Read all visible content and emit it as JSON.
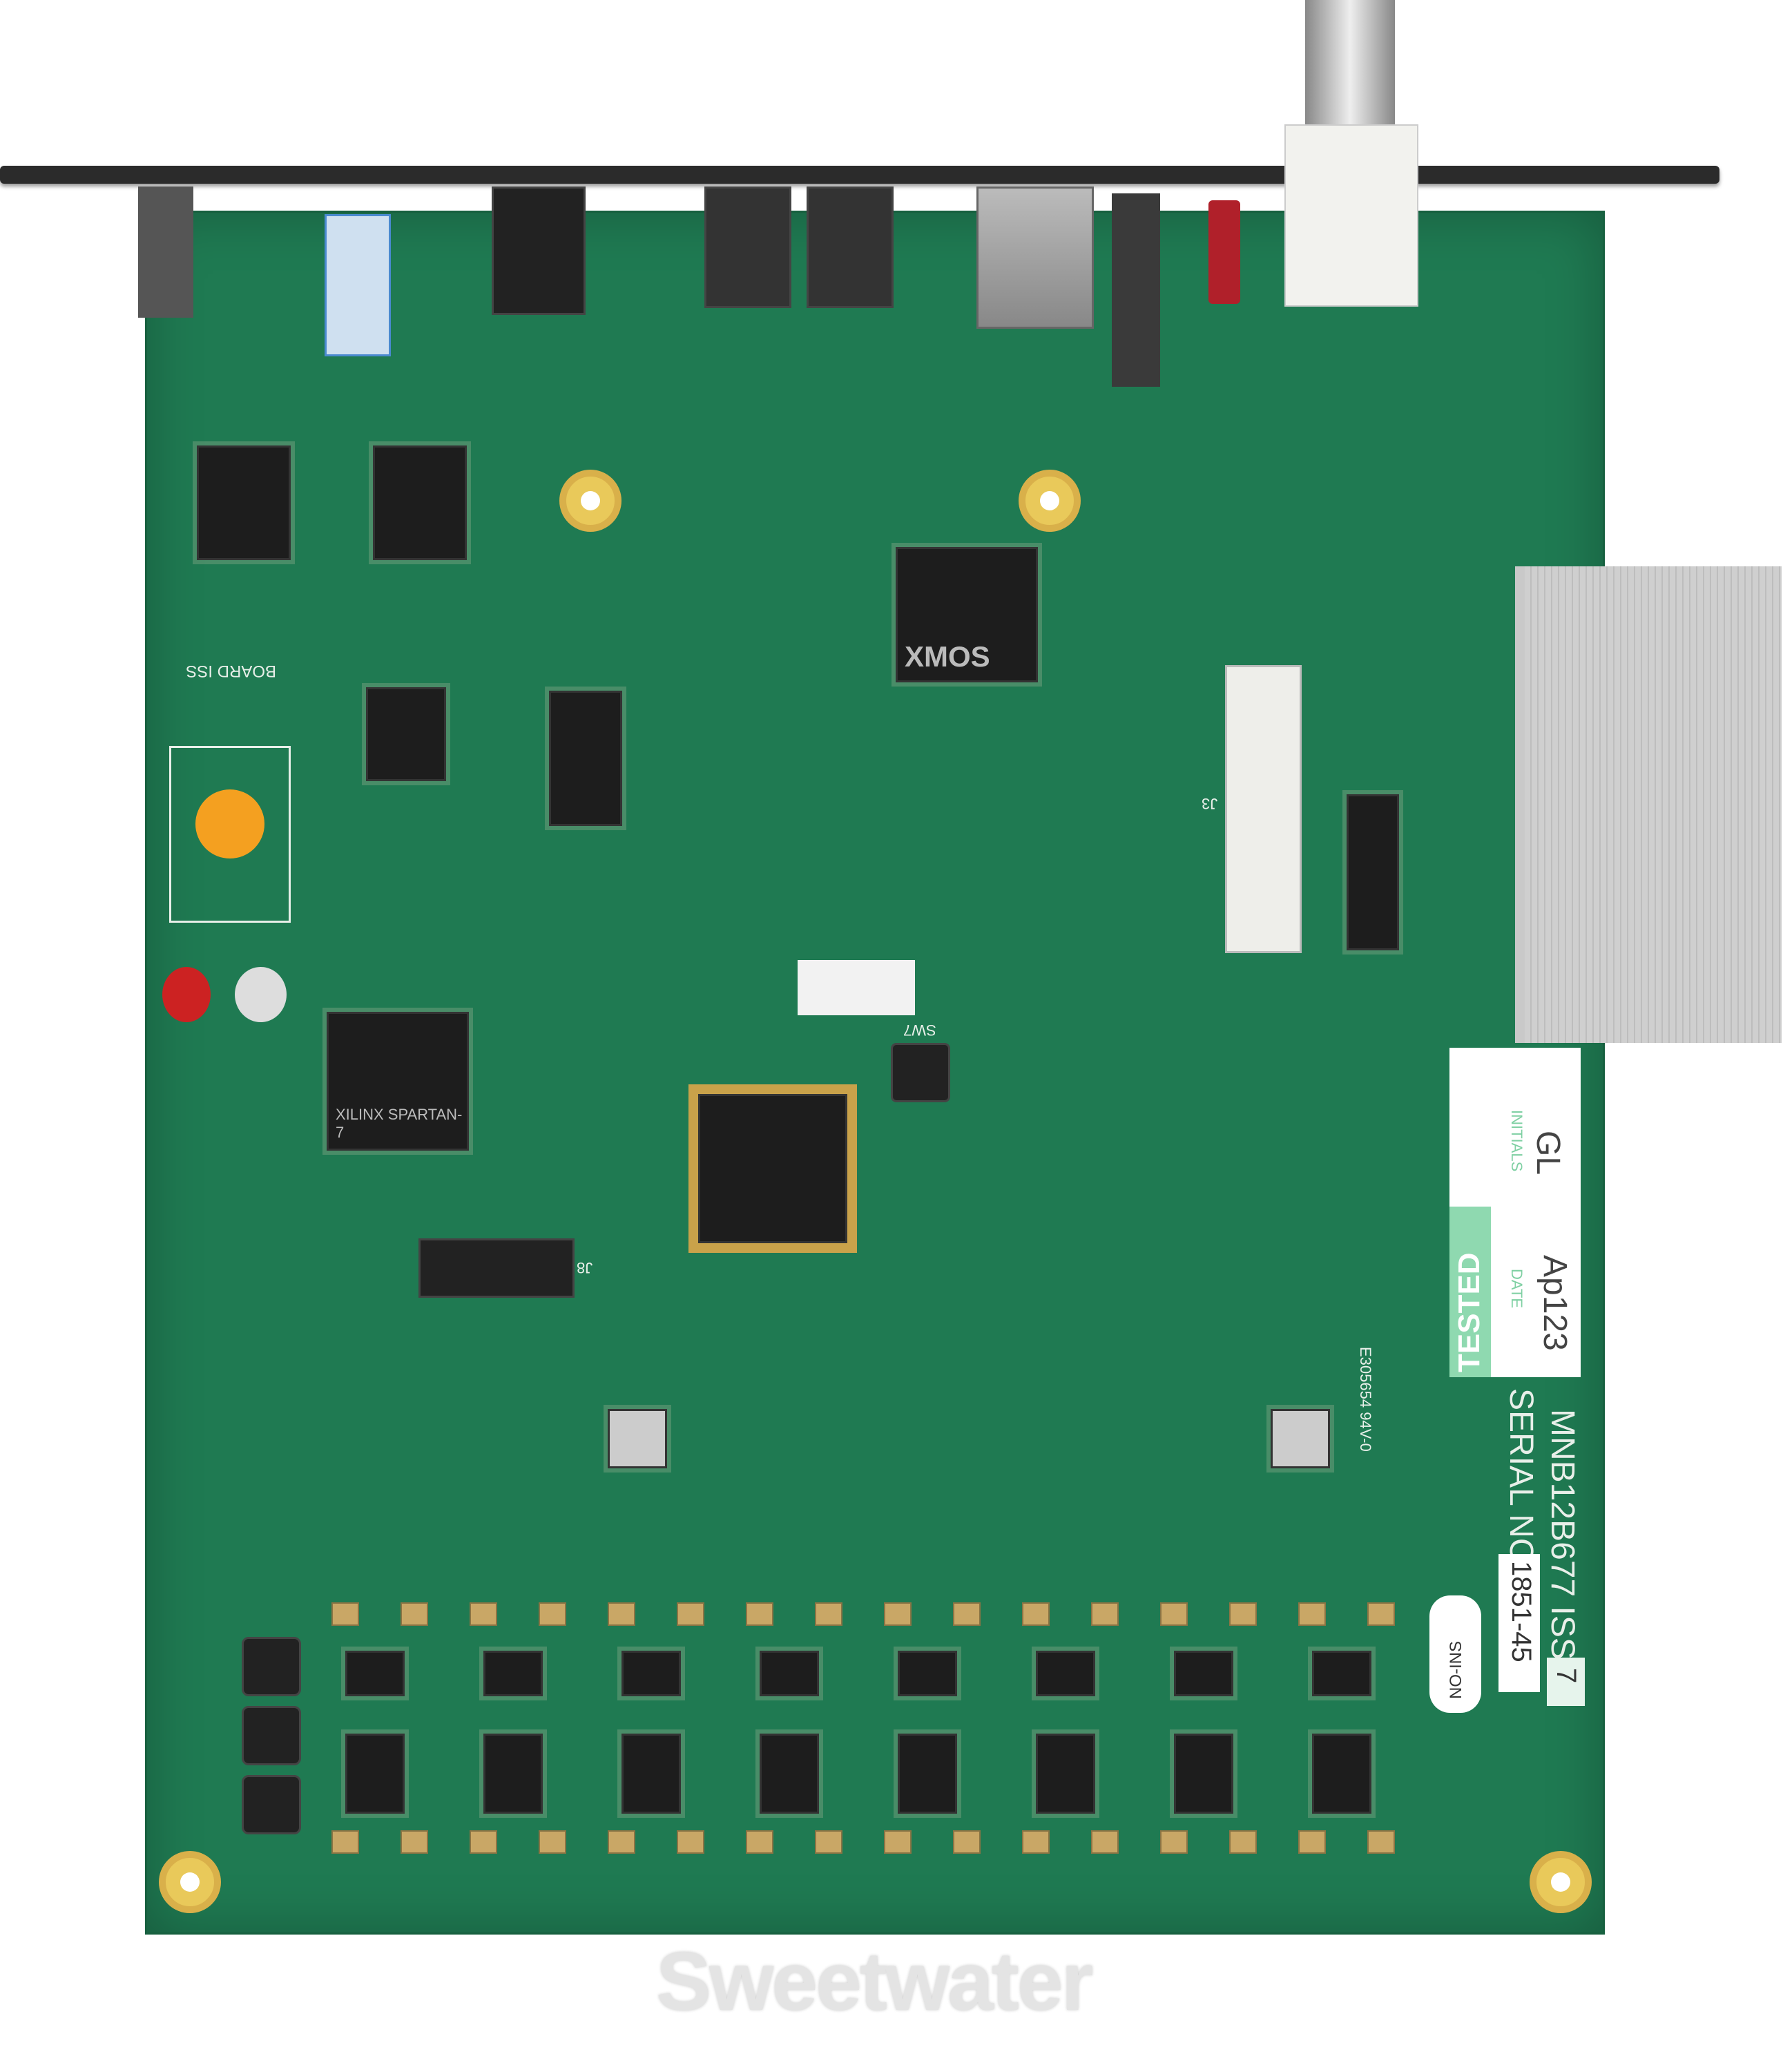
{
  "board": {
    "color": "#1f7a52",
    "silkscreen": {
      "board_iss": "BOARD ISS",
      "xmos": "XMOS",
      "fpga_brand": "XILINX SPARTAN-7",
      "serial_label": "SERIAL NO.",
      "model": "MNB12B677 ISS",
      "cert": "E305654 94V-0",
      "j3": "J3",
      "j8": "J8",
      "sw7": "SW7"
    },
    "test_sticker": {
      "tested": "TESTED",
      "date_label": "DATE",
      "date_value": "Ap123",
      "initials_label": "INITIALS",
      "initials_value": "GL",
      "issue": "7",
      "serial_value": "1851-45"
    },
    "tag": "NO-INS"
  },
  "watermark": "Sweetwater"
}
